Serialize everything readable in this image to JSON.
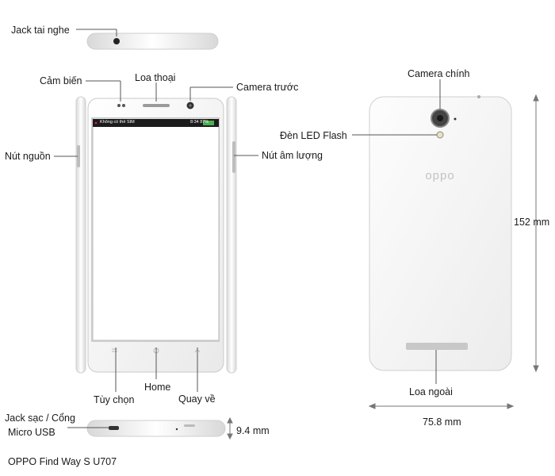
{
  "labels": {
    "headphone_jack": "Jack tai nghe",
    "sensor": "Cảm biến",
    "earpiece": "Loa thoại",
    "front_camera": "Camera trước",
    "power_button": "Nút nguồn",
    "volume_button": "Nút âm lượng",
    "options": "Tùy chọn",
    "home": "Home",
    "back": "Quay về",
    "charging_port_line1": "Jack sạc / Cổng",
    "charging_port_line2": "Micro USB",
    "thickness": "9.4 mm",
    "main_camera": "Camera chính",
    "led_flash": "Đèn LED Flash",
    "height": "152 mm",
    "loudspeaker": "Loa ngoài",
    "width": "75.8 mm"
  },
  "screen": {
    "status_left": "Không có thẻ SIM",
    "status_right": "8:34 87%"
  },
  "brand": "oppo",
  "caption": "OPPO Find Way S U707"
}
